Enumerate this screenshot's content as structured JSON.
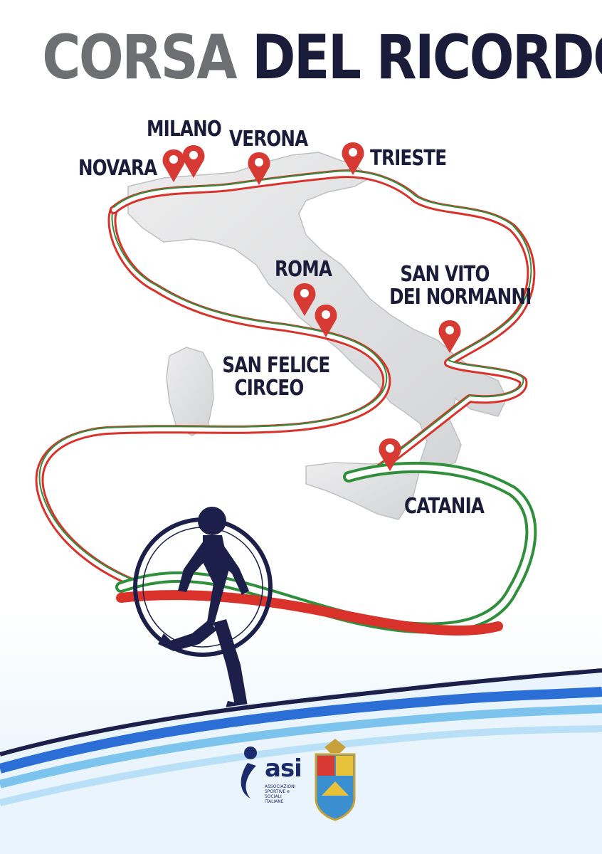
{
  "title": {
    "part1": "CORSA",
    "part2": "DEL RICORDO"
  },
  "cities": {
    "milano": "MILANO",
    "verona": "VERONA",
    "novara": "NOVARA",
    "trieste": "TRIESTE",
    "roma": "ROMA",
    "san_vito_line1": "SAN VITO",
    "san_vito_line2": "DEI NORMANNI",
    "san_felice_line1": "SAN FELICE",
    "san_felice_line2": "CIRCEO",
    "catania": "CATANIA"
  },
  "logos": {
    "asi_name": "asi",
    "asi_line1": "ASSOCIAZIONI",
    "asi_line2": "SPORTIVE e SOCIALI",
    "asi_line3": "ITALIANE"
  },
  "colors": {
    "title_gray": "#6e6f72",
    "title_navy": "#1b1c3a",
    "pin_red": "#d63a33",
    "flag_green": "#2f8f3a",
    "flag_red": "#d8322b",
    "wave_blue": "#2b6fd6",
    "wave_navy": "#1c1f4a"
  }
}
